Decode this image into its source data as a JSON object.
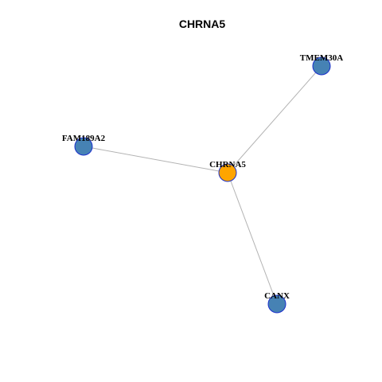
{
  "title": "CHRNA5",
  "colors": {
    "center_fill": "#FFA500",
    "neighbor_fill": "#4682B4",
    "node_stroke": "#1A2FCC",
    "edge": "#b3b3b3"
  },
  "nodes": [
    {
      "id": "CHRNA5",
      "label": "CHRNA5",
      "role": "center"
    },
    {
      "id": "TMEM30A",
      "label": "TMEM30A",
      "role": "neighbor"
    },
    {
      "id": "FAM189A2",
      "label": "FAM189A2",
      "role": "neighbor"
    },
    {
      "id": "CANX",
      "label": "CANX",
      "role": "neighbor"
    }
  ],
  "edges": [
    {
      "source": "CHRNA5",
      "target": "TMEM30A"
    },
    {
      "source": "CHRNA5",
      "target": "FAM189A2"
    },
    {
      "source": "CHRNA5",
      "target": "CANX"
    }
  ]
}
